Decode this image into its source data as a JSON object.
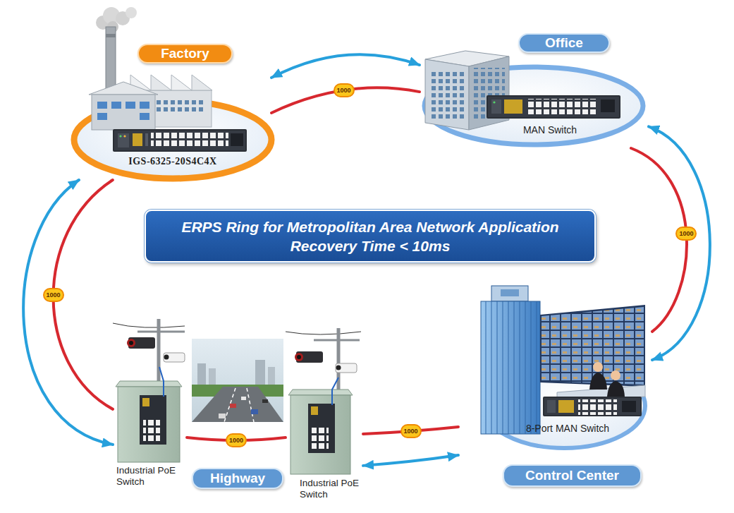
{
  "diagram": {
    "title": "ERPS Ring for Metropolitan Area Network Application",
    "nodes": [
      {
        "text": [
          "Factory",
          "IGS-6325-20S4C4X"
        ]
      },
      {
        "text": [
          "Office",
          "MAN Switch"
        ]
      },
      {
        "text": [
          "Industrial PoE Switch"
        ]
      },
      {
        "text": [
          "Industrial PoE Switch"
        ]
      },
      {
        "text": [
          "8-Port MAN Switch",
          "Control Center"
        ]
      }
    ],
    "edges": [
      {
        "from": 0,
        "to": 1,
        "arrow": "none",
        "label": "1000"
      },
      {
        "from": 0,
        "to": 1,
        "arrow": "both"
      },
      {
        "from": 1,
        "to": 4,
        "arrow": "none",
        "label": "1000"
      },
      {
        "from": 1,
        "to": 4,
        "arrow": "both"
      },
      {
        "from": 4,
        "to": 3,
        "arrow": "none",
        "label": "1000"
      },
      {
        "from": 3,
        "to": 4,
        "arrow": "both"
      },
      {
        "from": 3,
        "to": 2,
        "arrow": "none",
        "label": "1000"
      },
      {
        "from": 2,
        "to": 0,
        "arrow": "none",
        "label": "1000"
      },
      {
        "from": 2,
        "to": 0,
        "arrow": "both"
      }
    ],
    "labels": [
      "Recovery Time < 10ms",
      "Highway"
    ]
  }
}
